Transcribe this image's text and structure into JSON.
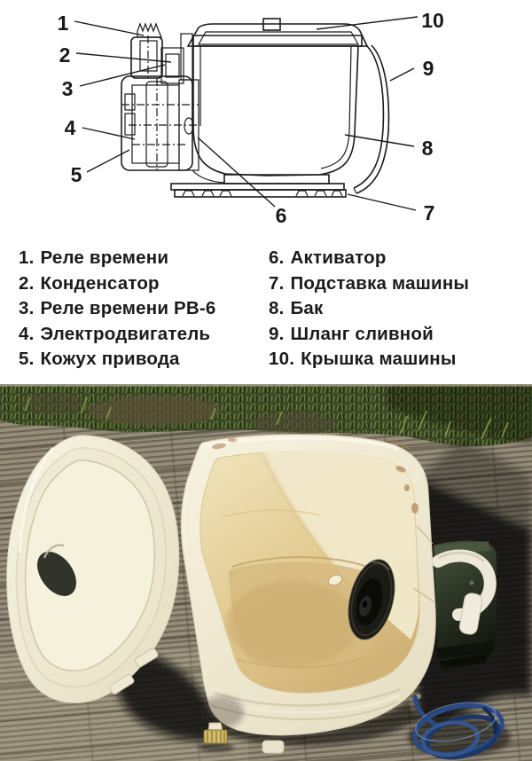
{
  "diagram": {
    "callouts": [
      {
        "num": "1"
      },
      {
        "num": "2"
      },
      {
        "num": "3"
      },
      {
        "num": "4"
      },
      {
        "num": "5"
      },
      {
        "num": "6"
      },
      {
        "num": "7"
      },
      {
        "num": "8"
      },
      {
        "num": "9"
      },
      {
        "num": "10"
      }
    ]
  },
  "legend": {
    "left": [
      {
        "num": "1.",
        "label": "Реле времени"
      },
      {
        "num": "2.",
        "label": "Конденсатор"
      },
      {
        "num": "3.",
        "label": "Реле времени РВ-6"
      },
      {
        "num": "4.",
        "label": "Электродвигатель"
      },
      {
        "num": "5.",
        "label": "Кожух привода"
      }
    ],
    "right": [
      {
        "num": "6.",
        "label": "Активатор"
      },
      {
        "num": "7.",
        "label": "Подставка машины"
      },
      {
        "num": "8.",
        "label": "Бак"
      },
      {
        "num": "9.",
        "label": "Шланг сливной"
      },
      {
        "num": "10.",
        "label": "Крышка машины"
      }
    ]
  },
  "photo": {
    "colors": {
      "tub_ivory": "#f3edda",
      "bowl_yellow": "#e8d5a2",
      "bowl_shadow": "#cbab6e",
      "activator_black": "#14140f",
      "motor_green": "#36422e",
      "cable_blue": "#27477e",
      "wood_light": "#8b8372",
      "wood_groove": "#5d5747",
      "grass_green": "#3b4726",
      "shadow_dark": "#0b0a07",
      "drain_brass": "#d3bc6b"
    }
  },
  "drawing": {
    "line_color": "#1a1a1a",
    "text_color": "#1b1b1b"
  }
}
